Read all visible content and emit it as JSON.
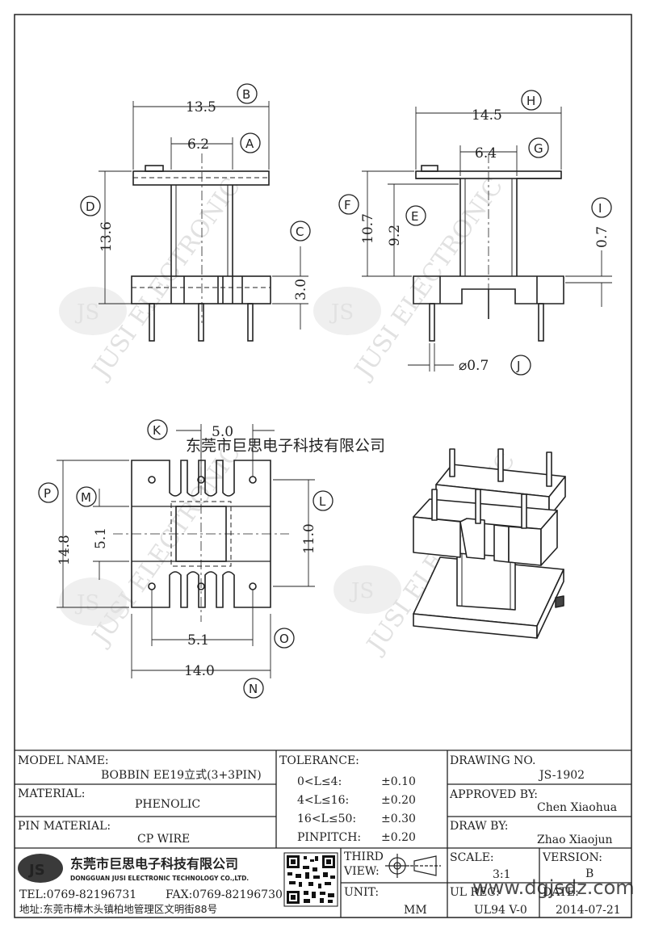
{
  "dims": {
    "b_val": "13.5",
    "b_tag": "B",
    "a_val": "6.2",
    "a_tag": "A",
    "d_val": "13.6",
    "d_tag": "D",
    "c_val": "3.0",
    "c_tag": "C",
    "h_val": "14.5",
    "h_tag": "H",
    "g_val": "6.4",
    "g_tag": "G",
    "f_val": "10.7",
    "f_tag": "F",
    "e_val": "9.2",
    "e_tag": "E",
    "i_val": "0.7",
    "i_tag": "I",
    "j_val": "⌀0.7",
    "j_tag": "J",
    "k_val": "5.0",
    "k_tag": "K",
    "p_val": "14.8",
    "p_tag": "P",
    "m_val": "5.1",
    "m_tag": "M",
    "l_val": "11.0",
    "l_tag": "L",
    "o_val": "5.1",
    "o_tag": "O",
    "n_val": "14.0",
    "n_tag": "N"
  },
  "watermark": {
    "company_cn": "东莞市巨思电子科技有限公司",
    "brand": "JUSI ELECTRONIC",
    "logo": "JS"
  },
  "title_block": {
    "model_name_label": "MODEL NAME:",
    "model_name_value": "BOBBIN EE19立式(3+3PIN)",
    "material_label": "MATERIAL:",
    "material_value": "PHENOLIC",
    "pin_material_label": "PIN MATERIAL:",
    "pin_material_value": "CP WIRE",
    "tolerance_label": "TOLERANCE:",
    "tol_rows": [
      {
        "range": "0<L≤4:",
        "value": "±0.10"
      },
      {
        "range": "4<L≤16:",
        "value": "±0.20"
      },
      {
        "range": "16<L≤50:",
        "value": "±0.30"
      },
      {
        "range": "PINPITCH:",
        "value": "±0.20"
      }
    ],
    "drawing_no_label": "DRAWING NO.",
    "drawing_no_value": "JS-1902",
    "approved_label": "APPROVED BY:",
    "approved_value": "Chen Xiaohua",
    "draw_by_label": "DRAW BY:",
    "draw_by_value": "Zhao Xiaojun",
    "logo_text": "JS",
    "company_cn": "东莞市巨思电子科技有限公司",
    "company_en": "DONGGUAN JUSI ELECTRONIC TECHNOLOGY CO.,LTD.",
    "tel": "TEL:0769-82196731",
    "fax": "FAX:0769-82196730",
    "address": "地址:东莞市樟木头镇柏地管理区文明街88号",
    "third_view_label_1": "THIRD",
    "third_view_label_2": "VIEW:",
    "unit_label": "UNIT:",
    "unit_value": "MM",
    "scale_label": "SCALE:",
    "scale_value": "3:1",
    "version_label": "VERSION:",
    "version_value": "B",
    "ul_rec_label": "UL REC:",
    "ul_rec_value": "UL94 V-0",
    "date_label": "DATE:",
    "date_value": "2014-07-21",
    "site_watermark": "www.dgjsdz.com"
  }
}
